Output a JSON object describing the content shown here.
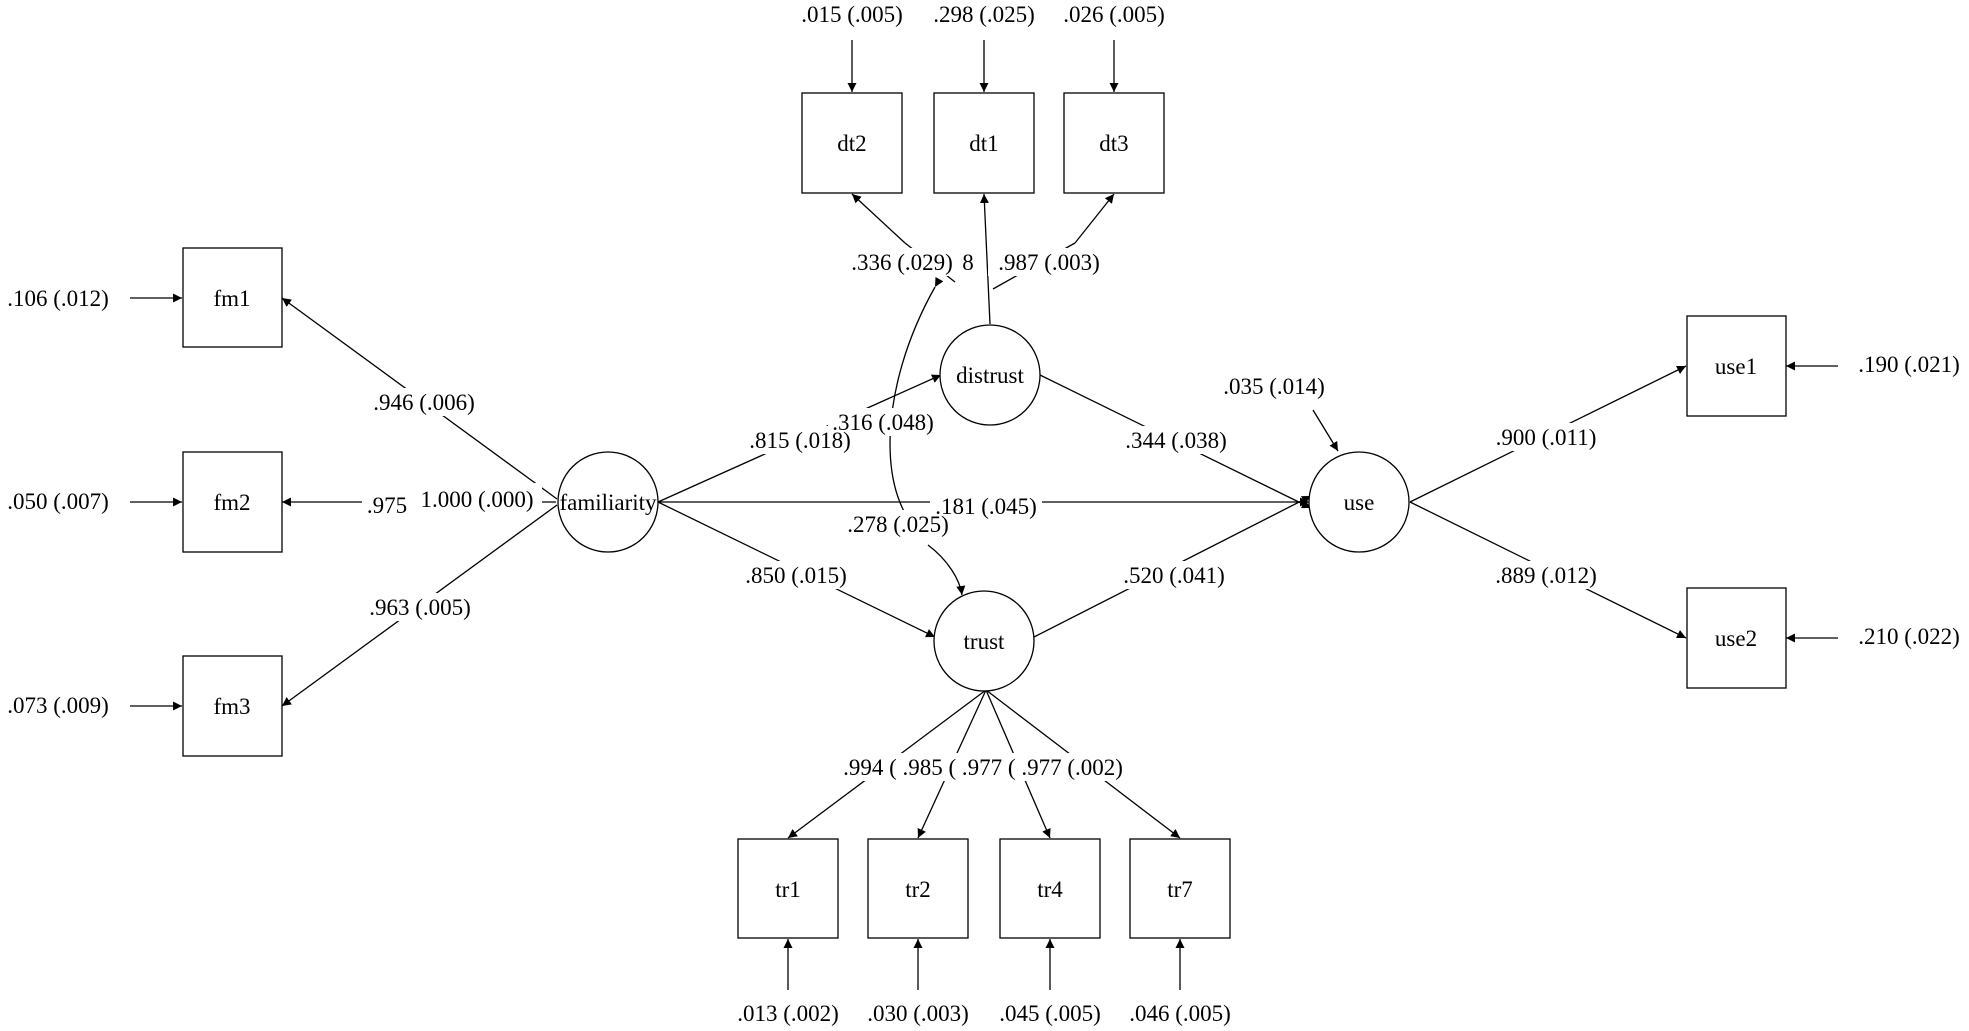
{
  "diagram": {
    "nodes": {
      "dt2": "dt2",
      "dt1": "dt1",
      "dt3": "dt3",
      "fm1": "fm1",
      "fm2": "fm2",
      "fm3": "fm3",
      "tr1": "tr1",
      "tr2": "tr2",
      "tr4": "tr4",
      "tr7": "tr7",
      "use1": "use1",
      "use2": "use2",
      "familiarity": "familiarity",
      "distrust": "distrust",
      "trust": "trust",
      "use": "use"
    },
    "labels": {
      "err_dt2": ".015 (.005)",
      "err_dt1": ".298 (.025)",
      "err_dt3": ".026 (.005)",
      "err_fm1": ".106 (.012)",
      "err_fm2": ".050 (.007)",
      "err_fm3": ".073 (.009)",
      "err_tr1": ".013 (.002)",
      "err_tr2": ".030 (.003)",
      "err_tr4": ".045 (.005)",
      "err_tr7": ".046 (.005)",
      "err_use1": ".190 (.021)",
      "err_use2": ".210 (.022)",
      "load_fm1": ".946 (.006)",
      "load_fm2_a": ".975",
      "load_fm2_b": "1.000 (.000)",
      "load_fm3": ".963 (.005)",
      "load_dt_a": ".336 (.029)",
      "load_dt_b": "8",
      "load_dt_c": ".987 (.003)",
      "load_tr": ".994 ( .985 ( .977 ( .977 (.002)",
      "load_use1": ".900 (.011)",
      "load_use2": ".889 (.012)",
      "path_fam_dis": ".815 (.018)",
      "cov_dis_trust": ".316 (.048)",
      "path_dis_use": ".344 (.038)",
      "path_fam_use": ".181 (.045)",
      "cov_trust_b": ".278 (.025)",
      "path_fam_trust": ".850 (.015)",
      "path_trust_use": ".520 (.041)",
      "err_use": ".035 (.014)"
    }
  }
}
